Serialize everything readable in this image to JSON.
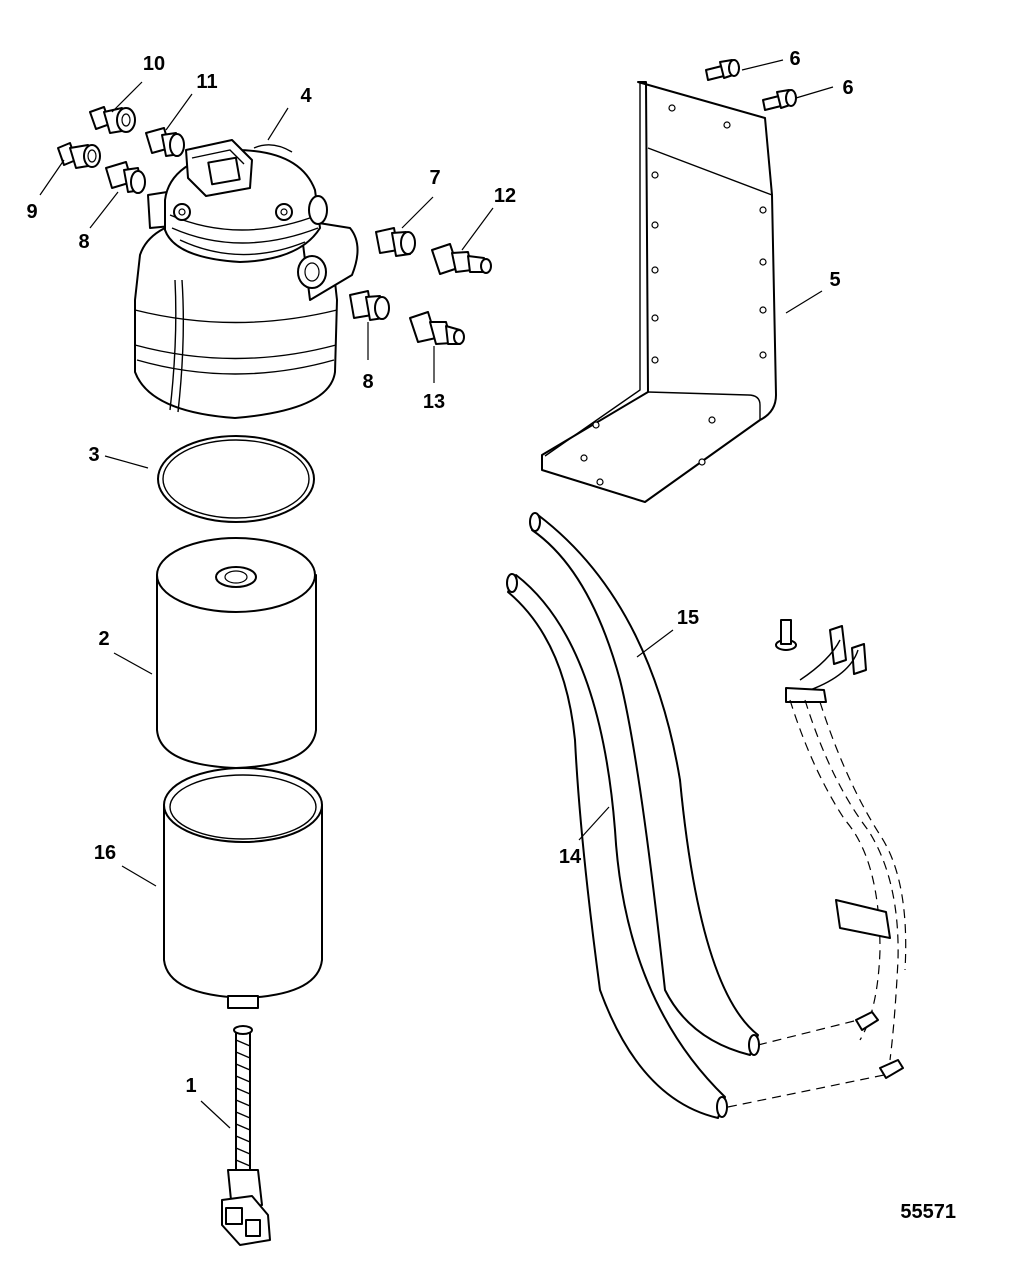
{
  "callouts": {
    "p1": "1",
    "p2": "2",
    "p3": "3",
    "p4": "4",
    "p5": "5",
    "p6a": "6",
    "p6b": "6",
    "p7": "7",
    "p8a": "8",
    "p8b": "8",
    "p9": "9",
    "p10": "10",
    "p11": "11",
    "p12": "12",
    "p13": "13",
    "p14": "14",
    "p15": "15",
    "p16": "16"
  },
  "reference_number": "55571"
}
